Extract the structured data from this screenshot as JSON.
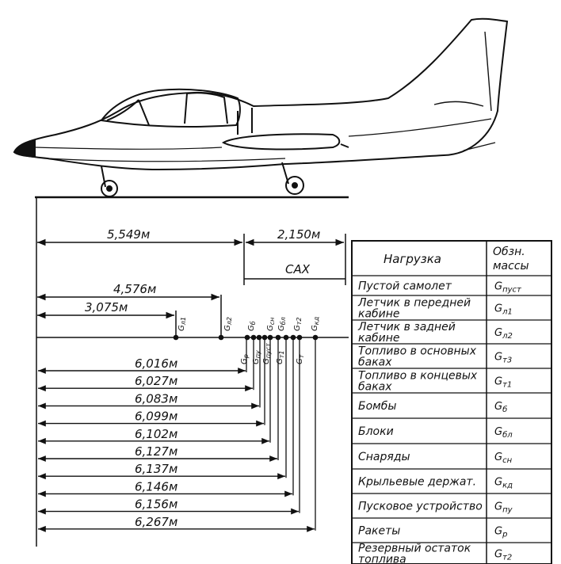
{
  "top_dimensions": {
    "d1": "5,549м",
    "d2": "2,150м",
    "mac_label": "САХ",
    "d3": "4,576м",
    "d4": "3,075м"
  },
  "point_labels": {
    "upper": [
      "G",
      "G",
      "G",
      "G",
      "G",
      "G",
      "G"
    ],
    "upper_sub": [
      "л1",
      "л2",
      "б",
      "сн",
      "бл",
      "т2",
      "кд"
    ],
    "lower": [
      "G",
      "G",
      "G",
      "G",
      "G"
    ],
    "lower_sub": [
      "р",
      "пу",
      "пуст",
      "т1",
      "т"
    ]
  },
  "cg_dimensions": [
    "6,016м",
    "6,027м",
    "6,083м",
    "6,099м",
    "6,102м",
    "6,127м",
    "6,137м",
    "6,146м",
    "6,156м",
    "6,267м"
  ],
  "table": {
    "header_load": "Нагрузка",
    "header_mass_line1": "Обзн.",
    "header_mass_line2": "массы",
    "rows": [
      {
        "load": [
          "Пустой самолет"
        ],
        "sym": "G",
        "sub": "пуст"
      },
      {
        "load": [
          "Летчик в передней",
          "кабине"
        ],
        "sym": "G",
        "sub": "л1"
      },
      {
        "load": [
          "Летчик в задней",
          "кабине"
        ],
        "sym": "G",
        "sub": "л2"
      },
      {
        "load": [
          "Топливо в основных",
          "баках"
        ],
        "sym": "G",
        "sub": "т3"
      },
      {
        "load": [
          "Топливо в концевых",
          "баках"
        ],
        "sym": "G",
        "sub": "т1"
      },
      {
        "load": [
          "Бомбы"
        ],
        "sym": "G",
        "sub": "б"
      },
      {
        "load": [
          "Блоки"
        ],
        "sym": "G",
        "sub": "бл"
      },
      {
        "load": [
          "Снаряды"
        ],
        "sym": "G",
        "sub": "сн"
      },
      {
        "load": [
          "Крыльевые держат."
        ],
        "sym": "G",
        "sub": "кд"
      },
      {
        "load": [
          "Пусковое устройство"
        ],
        "sym": "G",
        "sub": "пу"
      },
      {
        "load": [
          "Ракеты"
        ],
        "sym": "G",
        "sub": "р"
      },
      {
        "load": [
          "Резервный остаток",
          "топлива"
        ],
        "sym": "G",
        "sub": "т2"
      }
    ]
  }
}
